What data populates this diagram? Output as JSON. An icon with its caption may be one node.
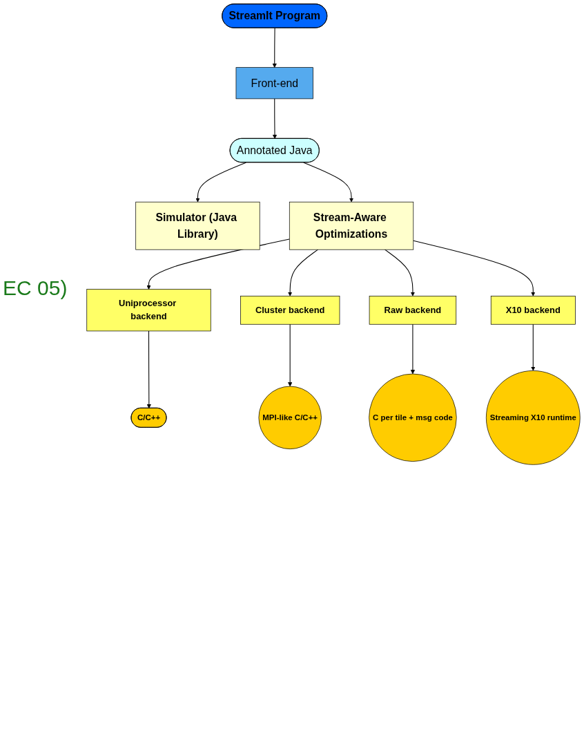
{
  "diagram": {
    "nodes": [
      {
        "text": [
          "StreamIt Program"
        ]
      },
      {
        "text": [
          "Front-end"
        ]
      },
      {
        "text": [
          "Annotated Java"
        ]
      },
      {
        "text": [
          "Simulator (Java Library)"
        ]
      },
      {
        "text": [
          "Stream-Aware Optimizations"
        ]
      },
      {
        "text": [
          "Uniprocessor backend"
        ]
      },
      {
        "text": [
          "Cluster backend"
        ]
      },
      {
        "text": [
          "Raw backend"
        ]
      },
      {
        "text": [
          "X10 backend"
        ]
      },
      {
        "text": [
          "C/C++"
        ]
      },
      {
        "text": [
          "MPI-like C/C++"
        ]
      },
      {
        "text": [
          "C per tile + msg code"
        ]
      },
      {
        "text": [
          "Streaming X10 runtime"
        ]
      }
    ],
    "edges": [
      {
        "from": 0,
        "to": 1,
        "arrow": "to"
      },
      {
        "from": 1,
        "to": 2,
        "arrow": "to"
      },
      {
        "from": 2,
        "to": 3,
        "arrow": "to"
      },
      {
        "from": 2,
        "to": 4,
        "arrow": "to"
      },
      {
        "from": 4,
        "to": 5,
        "arrow": "to"
      },
      {
        "from": 4,
        "to": 6,
        "arrow": "to"
      },
      {
        "from": 4,
        "to": 7,
        "arrow": "to"
      },
      {
        "from": 4,
        "to": 8,
        "arrow": "to"
      },
      {
        "from": 5,
        "to": 9,
        "arrow": "to"
      },
      {
        "from": 6,
        "to": 10,
        "arrow": "to"
      },
      {
        "from": 7,
        "to": 11,
        "arrow": "to"
      },
      {
        "from": 8,
        "to": 12,
        "arrow": "to"
      }
    ],
    "labels": [
      "EC 05)"
    ]
  }
}
